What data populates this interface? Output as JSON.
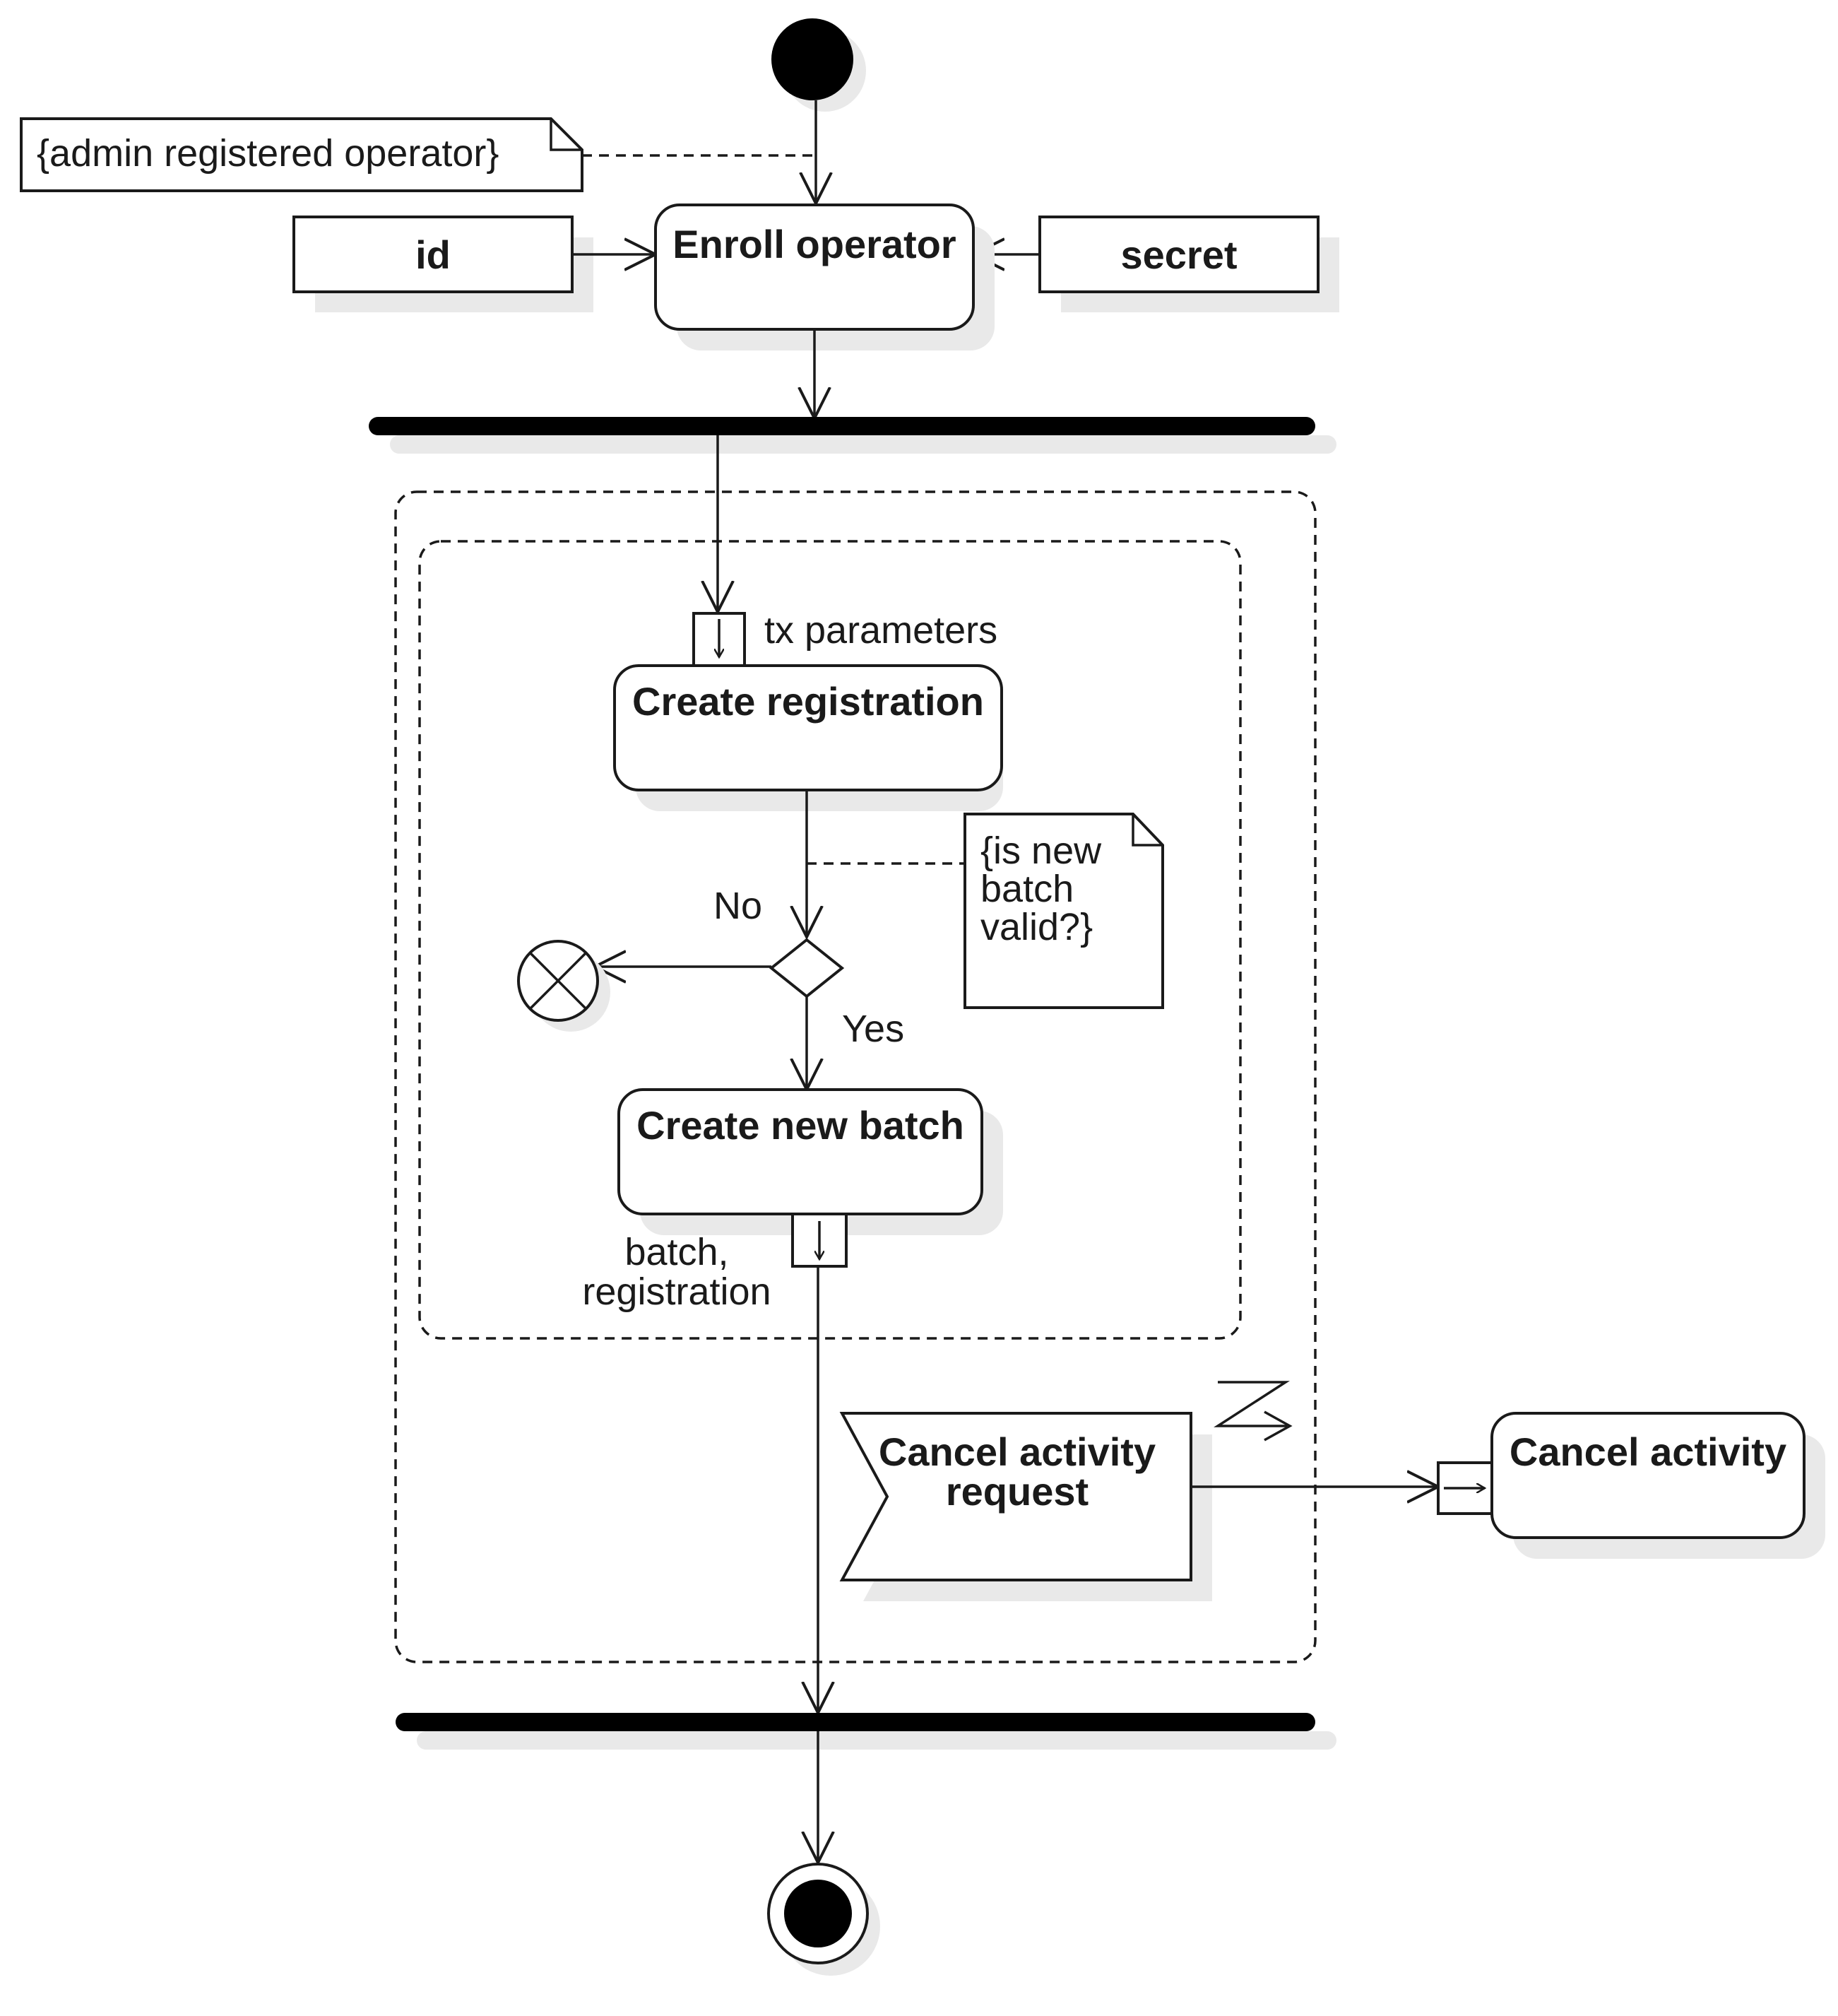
{
  "diagram": {
    "start_note": "{admin registered operator}",
    "enroll": {
      "action": "Enroll operator",
      "input_left": "id",
      "input_right": "secret"
    },
    "region": {
      "input_pin_label": "tx parameters",
      "create_registration": "Create registration",
      "decision_note": [
        "{is new",
        "batch",
        "valid?}"
      ],
      "guard_no": "No",
      "guard_yes": "Yes",
      "create_batch": "Create new batch",
      "output_pin_label": [
        "batch,",
        "registration"
      ],
      "cancel_request": [
        "Cancel activity",
        "request"
      ]
    },
    "cancel_activity": "Cancel activity"
  }
}
